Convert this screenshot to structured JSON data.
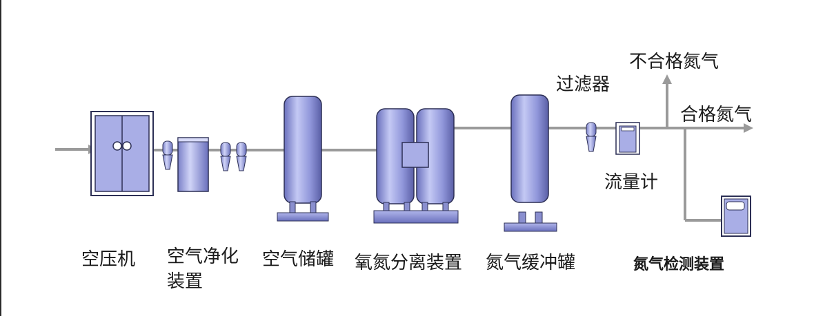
{
  "diagram": {
    "labels": {
      "compressor": "空压机",
      "air_purifier_line1": "空气净化",
      "air_purifier_line2": "装置",
      "air_tank": "空气储罐",
      "separator": "氧氮分离装置",
      "n2_buffer": "氮气缓冲罐",
      "n2_detector": "氮气检测装置",
      "filter": "过滤器",
      "flowmeter": "流量计",
      "unqualified": "不合格氮气",
      "qualified": "合格氮气"
    },
    "colors": {
      "pipe": "#9a9a9a",
      "tank_light": "#b9bfee",
      "tank_mid": "#8d93d6",
      "tank_dark": "#5a5fa6",
      "base": "#8a8fcf",
      "outline": "#2c2f55"
    }
  }
}
